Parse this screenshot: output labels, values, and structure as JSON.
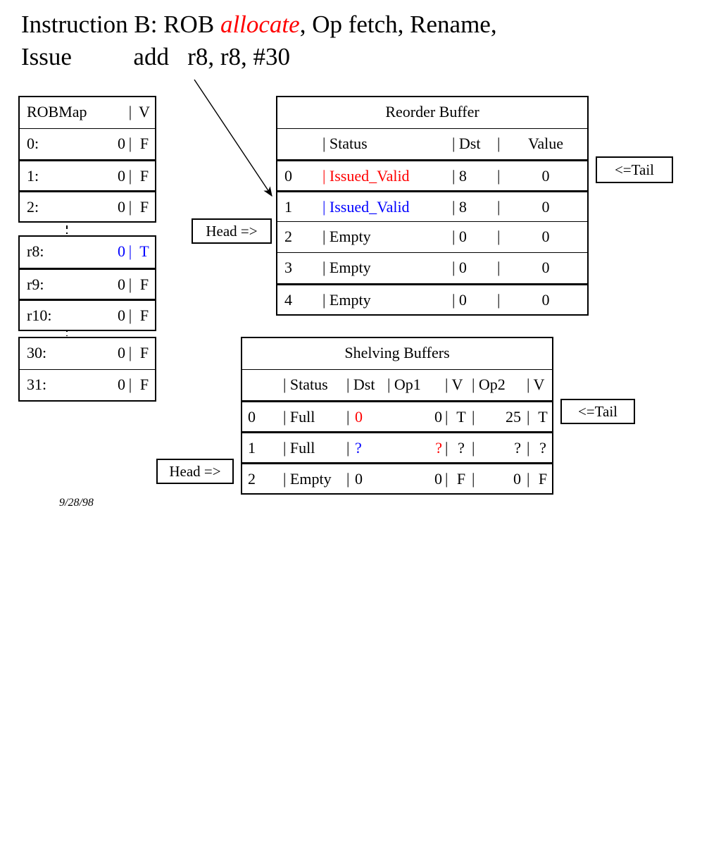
{
  "slide": {
    "title_line1_pre": "Instruction B: ROB ",
    "title_line1_em": "allocate",
    "title_line1_post": ", Op fetch, Rename,",
    "title_line2": "Issue          add   r8, r8, #30",
    "footer_date": "9/28/98"
  },
  "colors": {
    "highlight_red": "#ff0000",
    "highlight_blue": "#0000ff",
    "text": "#000000",
    "background": "#ffffff"
  },
  "robmap": {
    "header": {
      "label": "ROBMap",
      "pipe": "|",
      "v": "V"
    },
    "group1": [
      {
        "label": "0:",
        "value": "0",
        "pipe": "|",
        "v": "F",
        "color": "black"
      },
      {
        "label": "1:",
        "value": "0",
        "pipe": "|",
        "v": "F",
        "color": "black"
      },
      {
        "label": "2:",
        "value": "0",
        "pipe": "|",
        "v": "F",
        "color": "black"
      }
    ],
    "group2": [
      {
        "label": "r8:",
        "value": "0",
        "pipe": "|",
        "v": "T",
        "color": "blue"
      },
      {
        "label": "r9:",
        "value": "0",
        "pipe": "|",
        "v": "F",
        "color": "black"
      },
      {
        "label": "r10:",
        "value": "0",
        "pipe": "|",
        "v": "F",
        "color": "black"
      }
    ],
    "group3": [
      {
        "label": "30:",
        "value": "0",
        "pipe": "|",
        "v": "F",
        "color": "black"
      },
      {
        "label": "31:",
        "value": "0",
        "pipe": "|",
        "v": "F",
        "color": "black"
      }
    ]
  },
  "reorder_buffer": {
    "title": "Reorder Buffer",
    "header": {
      "idx": "",
      "status": "| Status",
      "dst": "| Dst",
      "pipe2": "|",
      "value": "Value"
    },
    "rows": [
      {
        "idx": "0",
        "status": "| Issued_Valid",
        "status_color": "red",
        "dst": "| 8",
        "pipe2": "|",
        "value": "0"
      },
      {
        "idx": "1",
        "status": "| Issued_Valid",
        "status_color": "blue",
        "dst": "| 8",
        "pipe2": "|",
        "value": "0"
      },
      {
        "idx": "2",
        "status": "| Empty",
        "status_color": "black",
        "dst": "| 0",
        "pipe2": "|",
        "value": "0"
      },
      {
        "idx": "3",
        "status": "| Empty",
        "status_color": "black",
        "dst": "| 0",
        "pipe2": "|",
        "value": "0"
      },
      {
        "idx": "4",
        "status": "| Empty",
        "status_color": "black",
        "dst": "| 0",
        "pipe2": "|",
        "value": "0"
      }
    ],
    "head_label": "Head =>",
    "tail_label": "<=Tail"
  },
  "shelving_buffers": {
    "title": "Shelving Buffers",
    "header": {
      "idx": "",
      "status": "| Status",
      "dst": "| Dst",
      "op1": "| Op1",
      "v1": "| V",
      "op2": "| Op2",
      "v2": "| V"
    },
    "rows": [
      {
        "idx": "0",
        "status": "| Full",
        "dst_pipe": "|",
        "dst": "0",
        "dst_color": "red",
        "op1": "0",
        "op1_color": "black",
        "v1_pipe": "|",
        "v1": "T",
        "op2_pipe": "|",
        "op2": "25",
        "v2_pipe": "|",
        "v2": "T"
      },
      {
        "idx": "1",
        "status": "| Full",
        "dst_pipe": "|",
        "dst": "?",
        "dst_color": "blue",
        "op1": "?",
        "op1_color": "red",
        "v1_pipe": "|",
        "v1": "?",
        "op2_pipe": "|",
        "op2": "?",
        "v2_pipe": "|",
        "v2": "?"
      },
      {
        "idx": "2",
        "status": "| Empty",
        "dst_pipe": "|",
        "dst": "0",
        "dst_color": "black",
        "op1": "0",
        "op1_color": "black",
        "v1_pipe": "|",
        "v1": "F",
        "op2_pipe": "|",
        "op2": "0",
        "v2_pipe": "|",
        "v2": "F"
      }
    ],
    "head_label": "Head =>",
    "tail_label": "<=Tail"
  }
}
